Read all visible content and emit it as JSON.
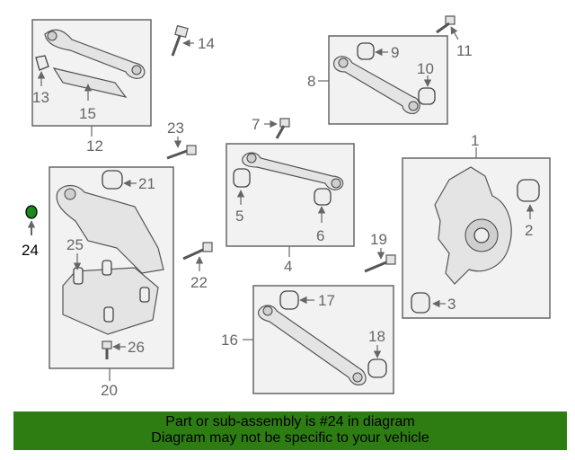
{
  "callouts": {
    "c1": "1",
    "c2": "2",
    "c3": "3",
    "c4": "4",
    "c5": "5",
    "c6": "6",
    "c7": "7",
    "c8": "8",
    "c9": "9",
    "c10": "10",
    "c11": "11",
    "c12": "12",
    "c13": "13",
    "c14": "14",
    "c15": "15",
    "c16": "16",
    "c17": "17",
    "c18": "18",
    "c19": "19",
    "c20": "20",
    "c21": "21",
    "c22": "22",
    "c23": "23",
    "c24": "24",
    "c25": "25",
    "c26": "26"
  },
  "highlight_color": "#1b8a1b",
  "banner": {
    "color": "#2e7d12",
    "line1": "Part or sub-assembly is #24 in diagram",
    "line2": "Diagram may not be specific to your vehicle"
  }
}
